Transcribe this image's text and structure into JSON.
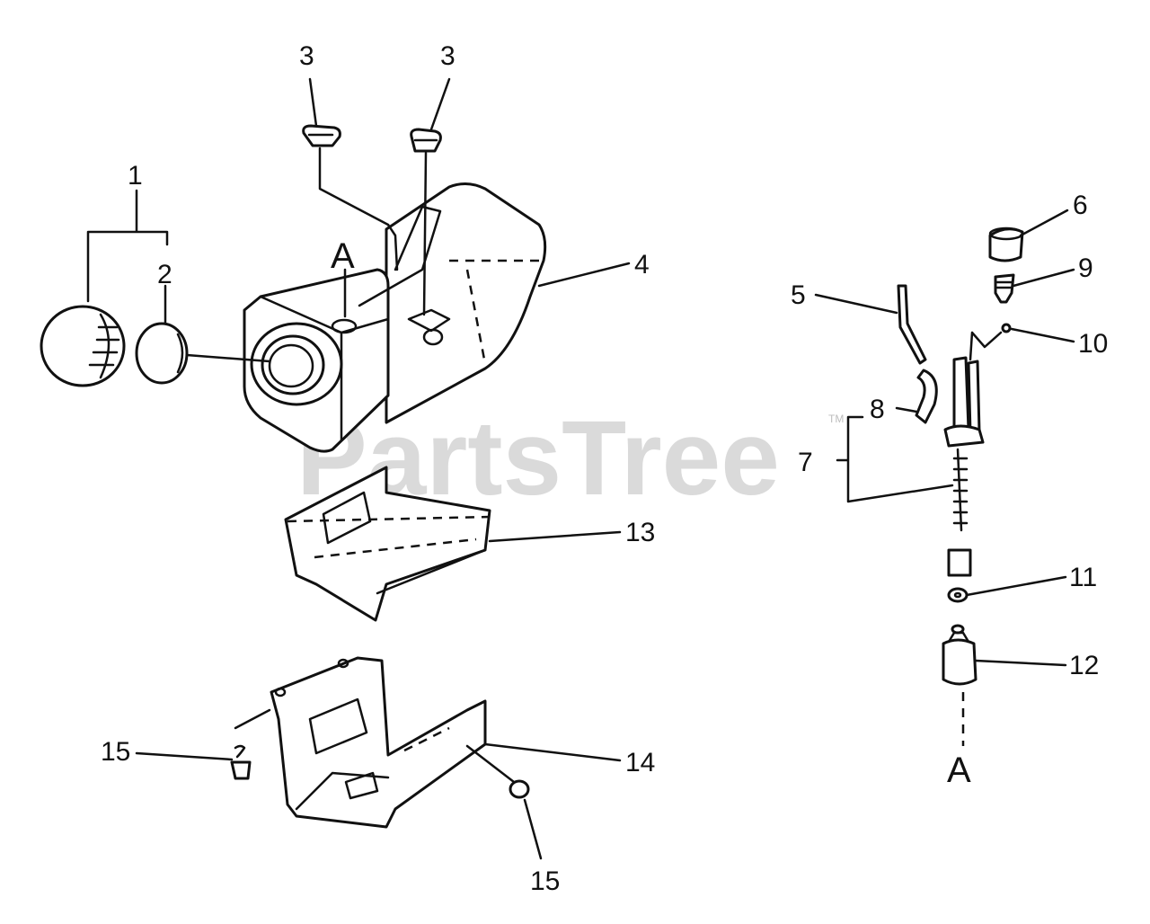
{
  "watermark": {
    "text": "PartsTree",
    "trademark": "TM"
  },
  "callouts": {
    "c1": "1",
    "c2": "2",
    "c3a": "3",
    "c3b": "3",
    "c4": "4",
    "c5": "5",
    "c6": "6",
    "c7": "7",
    "c8": "8",
    "c9": "9",
    "c10": "10",
    "c11": "11",
    "c12": "12",
    "c13": "13",
    "c14": "14",
    "c15a": "15",
    "c15b": "15",
    "ref_top": "A",
    "ref_bottom": "A"
  }
}
